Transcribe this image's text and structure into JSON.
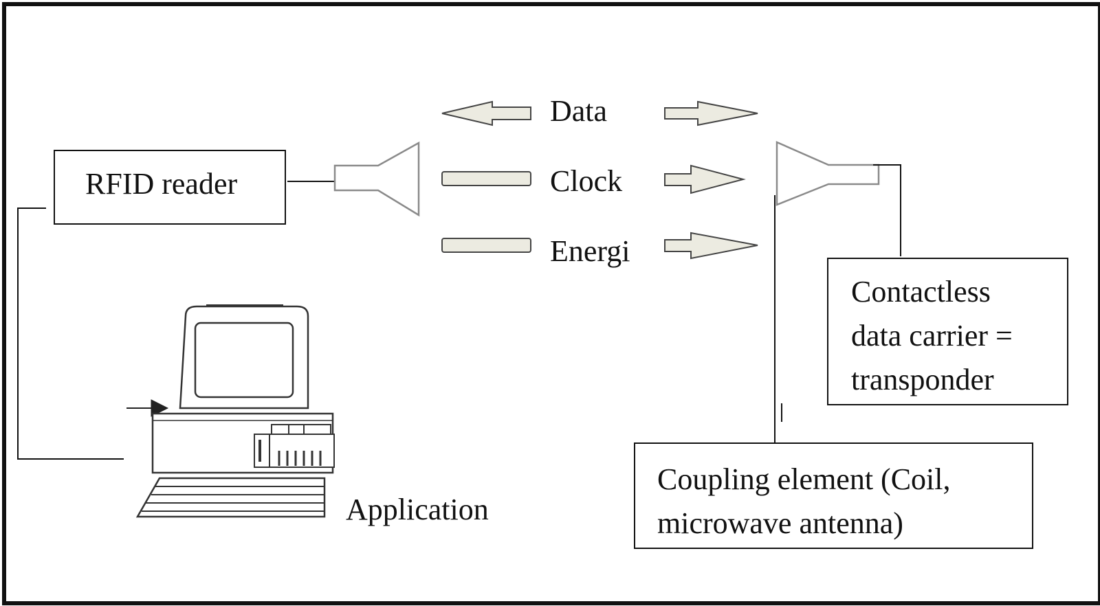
{
  "labels": {
    "reader": "RFID reader",
    "data": "Data",
    "clock": "Clock",
    "energy": "Energi",
    "application": "Application",
    "transponder_lines": [
      "Contactless",
      "data carrier =",
      "transponder"
    ],
    "coupling_lines": [
      "Coupling element (Coil,",
      "microwave antenna)"
    ]
  },
  "colors": {
    "line": "#111111",
    "arrow_fill": "#ecebe1",
    "arrow_stroke": "#444444",
    "antenna_stroke": "#8a8a8a"
  },
  "icons": {
    "computer": "computer-icon",
    "reader_antenna": "antenna-icon",
    "transponder_antenna": "antenna-icon"
  }
}
